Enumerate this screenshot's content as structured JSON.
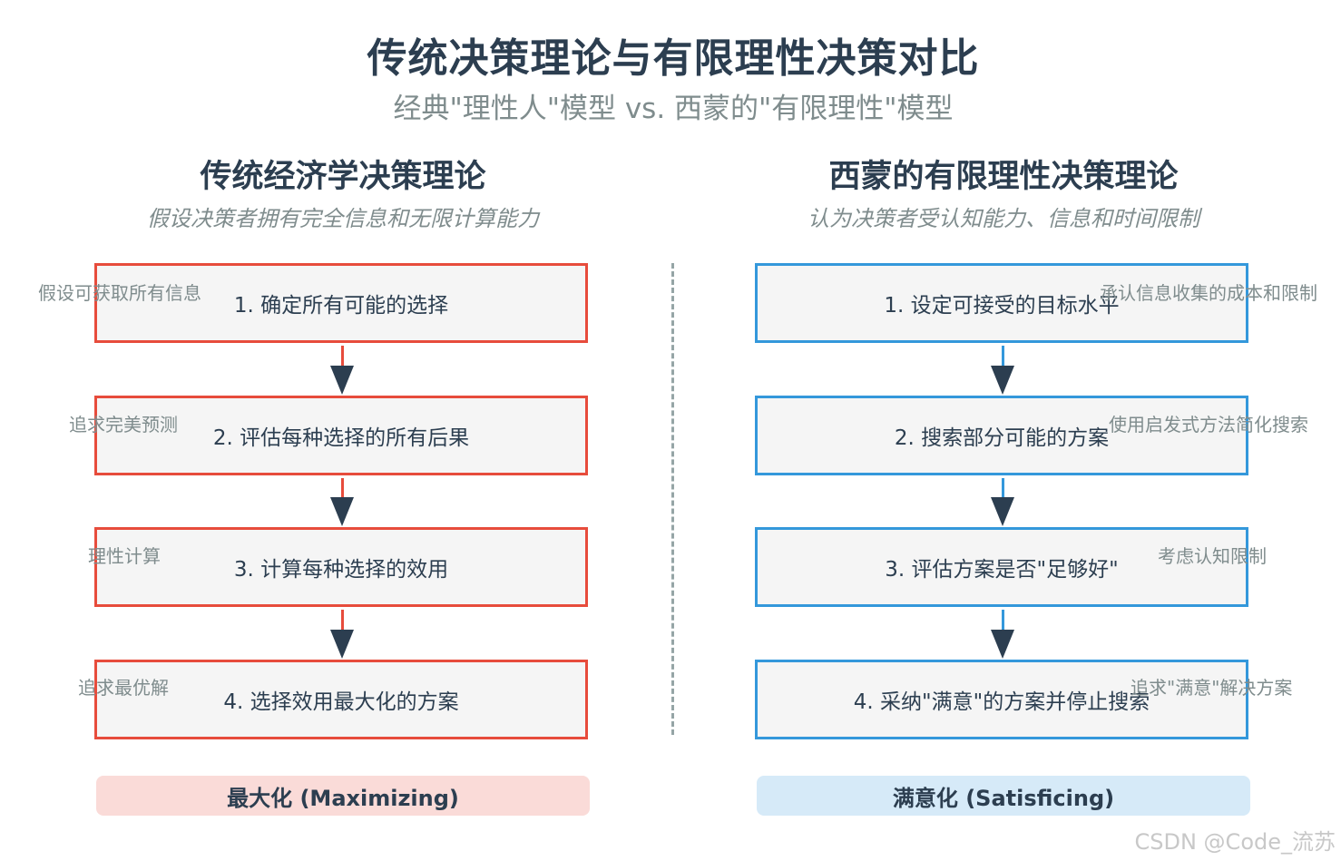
{
  "title": "传统决策理论与有限理性决策对比",
  "subtitle": "经典\"理性人\"模型 vs. 西蒙的\"有限理性\"模型",
  "left": {
    "title": "传统经济学决策理论",
    "subtitle": "假设决策者拥有完全信息和无限计算能力",
    "steps": [
      {
        "label": "1. 确定所有可能的选择",
        "note": "假设可获取所有信息"
      },
      {
        "label": "2. 评估每种选择的所有后果",
        "note": "追求完美预测"
      },
      {
        "label": "3. 计算每种选择的效用",
        "note": "理性计算"
      },
      {
        "label": "4. 选择效用最大化的方案",
        "note": "追求最优解"
      }
    ],
    "result": "最大化 (Maximizing)",
    "color": "#e74c3c",
    "result_bg": "#fadbd8"
  },
  "right": {
    "title": "西蒙的有限理性决策理论",
    "subtitle": "认为决策者受认知能力、信息和时间限制",
    "steps": [
      {
        "label": "1. 设定可接受的目标水平",
        "note": "承认信息收集的成本和限制"
      },
      {
        "label": "2. 搜索部分可能的方案",
        "note": "使用启发式方法简化搜索"
      },
      {
        "label": "3. 评估方案是否\"足够好\"",
        "note": "考虑认知限制"
      },
      {
        "label": "4. 采纳\"满意\"的方案并停止搜索",
        "note": "追求\"满意\"解决方案"
      }
    ],
    "result": "满意化 (Satisficing)",
    "color": "#3498db",
    "result_bg": "#d6eaf8"
  },
  "watermark": "CSDN @Code_流苏"
}
